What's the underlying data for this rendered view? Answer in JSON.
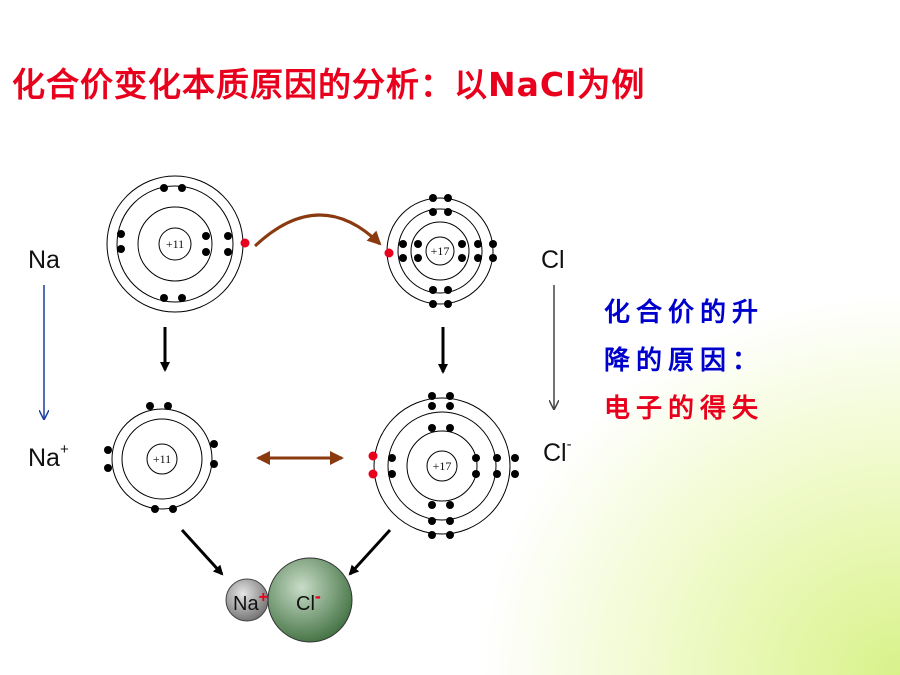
{
  "title": "化合价变化本质原因的分析：以NaCl为例",
  "atoms": {
    "na": {
      "symbol": "Na",
      "nucleus": "+11"
    },
    "cl": {
      "symbol": "Cl",
      "nucleus": "+17"
    },
    "na_ion": {
      "symbol": "Na",
      "charge": "+",
      "nucleus": "+11"
    },
    "cl_ion": {
      "symbol": "Cl",
      "charge": "-",
      "nucleus": "+17"
    }
  },
  "product": {
    "na_label": "Na",
    "na_charge": "+",
    "cl_label": "Cl",
    "cl_charge": "-"
  },
  "explanation": {
    "line1": "化合价的升",
    "line2": "降的原因：",
    "line3": "电子的得失"
  },
  "colors": {
    "title": "#e8001c",
    "explanation_blue": "#0000cc",
    "explanation_red": "#e8001c",
    "transfer_arrow": "#8b3a10",
    "electron": "#000000",
    "transfer_electron": "#e8001c",
    "na_sphere": "#9e9e9e",
    "cl_sphere": "#5f8f5f"
  }
}
